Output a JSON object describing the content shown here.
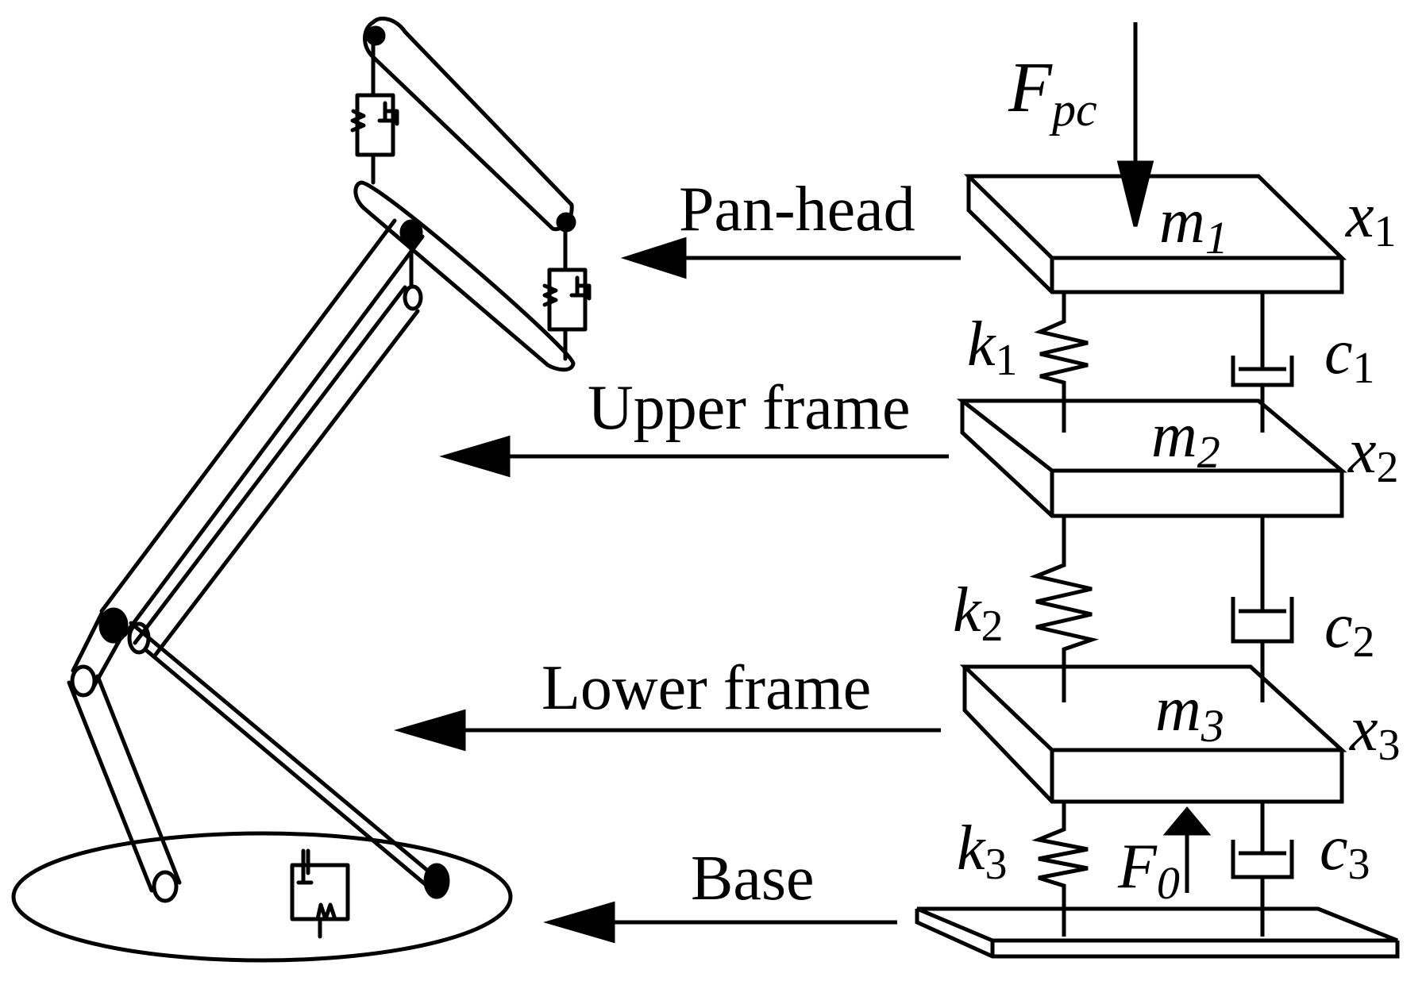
{
  "labels": {
    "pan_head": "Pan-head",
    "upper_frame": "Upper frame",
    "lower_frame": "Lower frame",
    "base": "Base"
  },
  "forces": {
    "top": {
      "symbol": "F",
      "sub": "pc"
    },
    "bottom": {
      "symbol": "F",
      "sub": "0"
    }
  },
  "masses": [
    {
      "symbol": "m",
      "sub": "1"
    },
    {
      "symbol": "m",
      "sub": "2"
    },
    {
      "symbol": "m",
      "sub": "3"
    }
  ],
  "displacements": [
    {
      "symbol": "x",
      "sub": "1"
    },
    {
      "symbol": "x",
      "sub": "2"
    },
    {
      "symbol": "x",
      "sub": "3"
    }
  ],
  "springs": [
    {
      "symbol": "k",
      "sub": "1"
    },
    {
      "symbol": "k",
      "sub": "2"
    },
    {
      "symbol": "k",
      "sub": "3"
    }
  ],
  "dampers": [
    {
      "symbol": "c",
      "sub": "1"
    },
    {
      "symbol": "c",
      "sub": "2"
    },
    {
      "symbol": "c",
      "sub": "3"
    }
  ]
}
